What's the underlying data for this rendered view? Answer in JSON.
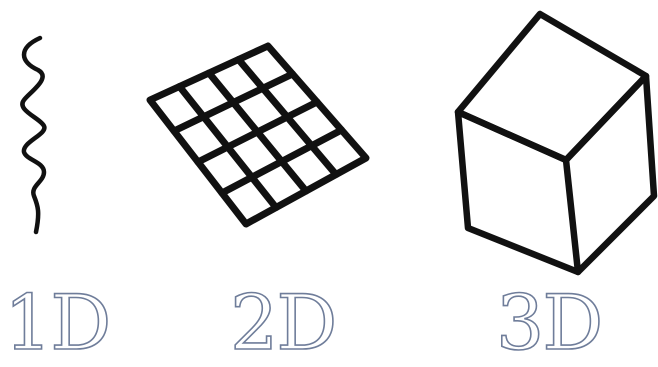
{
  "labels": {
    "one_d": "1D",
    "two_d": "2D",
    "three_d": "3D"
  },
  "colors": {
    "ink": "#111111",
    "label_outline": "#6f7d9a",
    "background": "#ffffff"
  }
}
